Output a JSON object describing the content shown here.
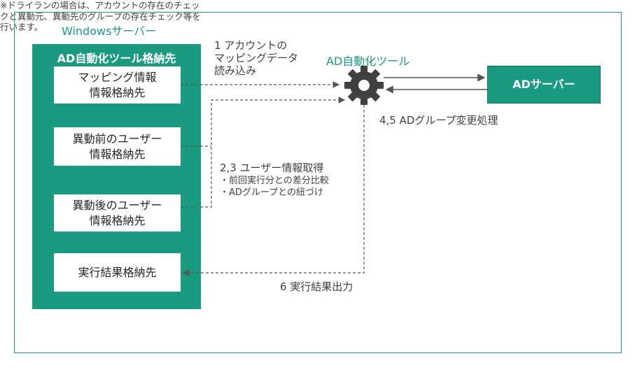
{
  "server": {
    "label": "Windowsサーバー",
    "storage_title": "AD自動化ツール格納先",
    "boxes": {
      "mapping": "マッピング情報\n情報格納先",
      "before": "異動前のユーザー\n情報格納先",
      "after": "異動後のユーザー\n情報格納先",
      "result": "実行結果格納先"
    }
  },
  "tool": {
    "label": "AD自動化ツール",
    "icon": "gear-icon"
  },
  "ad_server": {
    "label": "ADサーバー"
  },
  "steps": {
    "step1": "1 アカウントの\nマッピングデータ\n読み込み",
    "step23_title": "2,3 ユーザー情報取得",
    "step23_items": [
      "・前回実行分との差分比較",
      "・ADグループとの紐づけ"
    ],
    "step45": "4,5 ADグループ変更処理",
    "dryrun_note": "※ドライランの場合は、アカウントの存在のチェッ\nクと異動元、異動先のグループの存在チェック等を\n行います。",
    "step6": "6 実行結果出力"
  },
  "colors": {
    "accent": "#1a9a80",
    "line": "#555555",
    "text": "#404040"
  }
}
